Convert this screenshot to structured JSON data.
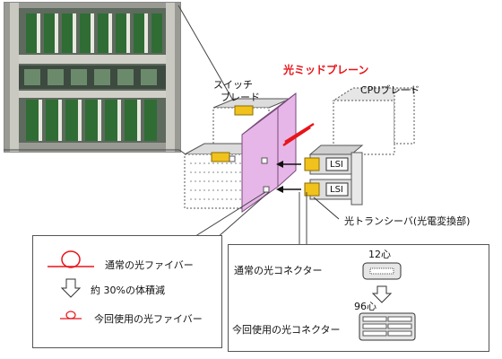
{
  "labels": {
    "switch_blade": [
      "スイッチ",
      "ブレード"
    ],
    "optical_midplane": "光ミッドプレーン",
    "cpu_blade": "CPUブレード",
    "lsi": "LSI",
    "transceiver": "光トランシーバ(光電変換部)"
  },
  "legend_left": {
    "normal_fiber": "通常の光ファイバー",
    "volume_reduction": "約 30%の体積減",
    "this_fiber": "今回使用の光ファイバー"
  },
  "legend_right": {
    "normal_connector": "通常の光コネクター",
    "connector_12": "12心",
    "connector_96": "96心",
    "this_connector": "今回使用の光コネクター"
  },
  "colors": {
    "midplane": "#e6b6e8",
    "midplane_title": "#e8141a",
    "chip": "#f2c21c",
    "fiber": "#e8141a"
  }
}
